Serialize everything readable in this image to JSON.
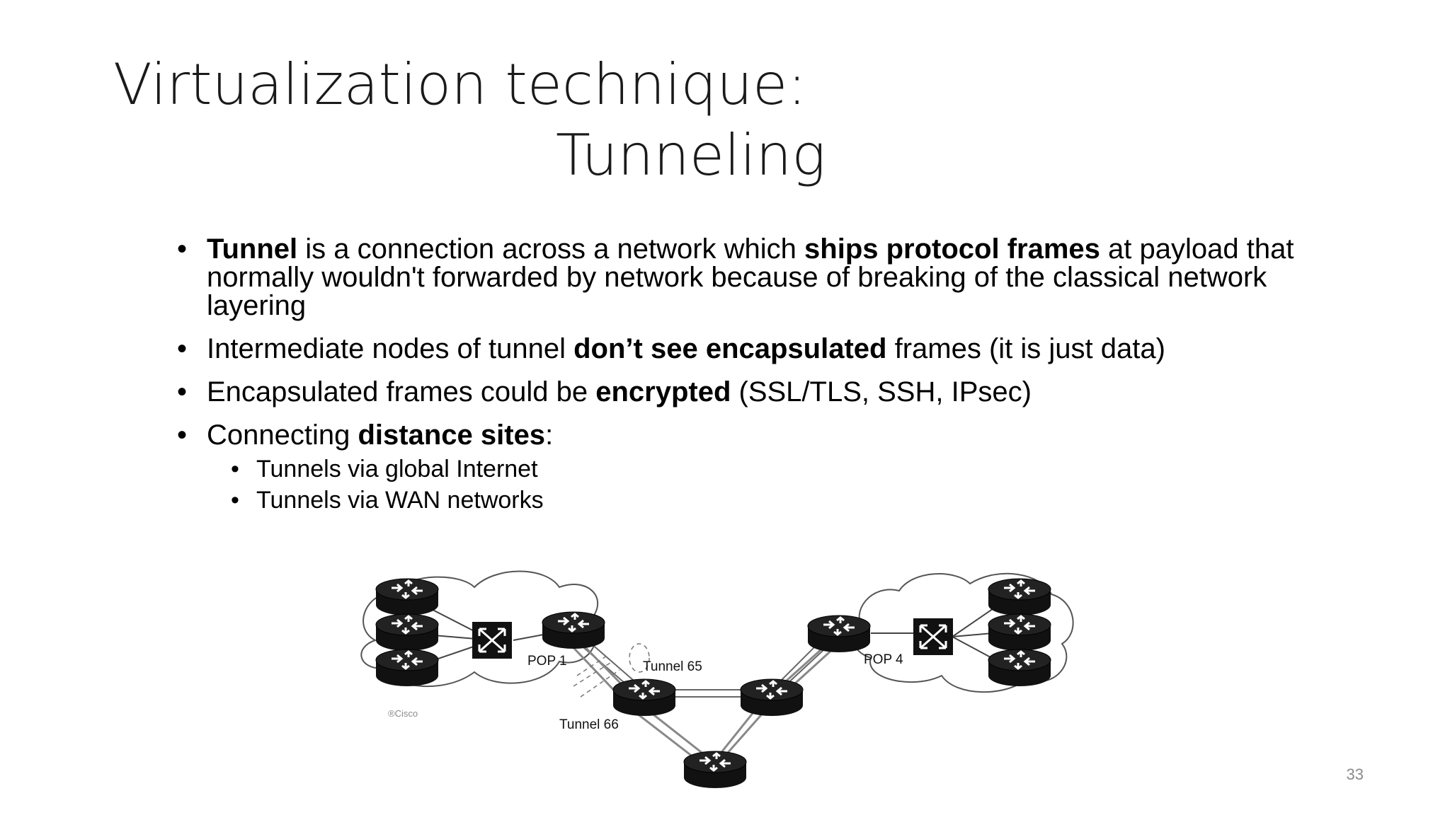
{
  "slide": {
    "title_line1": "Virtualization technique:",
    "title_line2": "Tunneling",
    "bullets": [
      {
        "b1": "Tunnel",
        "t1": " is a connection across a network which ",
        "b2": "ships protocol frames",
        "t2": " at payload that normally wouldn't forwarded by network because of breaking of the classical network layering"
      },
      {
        "t1": "Intermediate nodes of tunnel ",
        "b1": "don’t see encapsulated",
        "t2": " frames (it is just data)"
      },
      {
        "t1": "Encapsulated frames could be ",
        "b1": "encrypted",
        "t2": " (SSL/TLS, SSH, IPsec)"
      },
      {
        "t1": "Connecting ",
        "b1": "distance sites",
        "t2": ":",
        "sub": [
          "Tunnels via global Internet",
          "Tunnels via WAN networks"
        ]
      }
    ],
    "page_number": "33"
  },
  "diagram": {
    "labels": {
      "pop1": "POP 1",
      "pop4": "POP 4",
      "tunnel65": "Tunnel 65",
      "tunnel66": "Tunnel 66",
      "credit": "®Cisco"
    },
    "icons": [
      "router-icon",
      "switch-icon",
      "cloud-icon"
    ]
  }
}
